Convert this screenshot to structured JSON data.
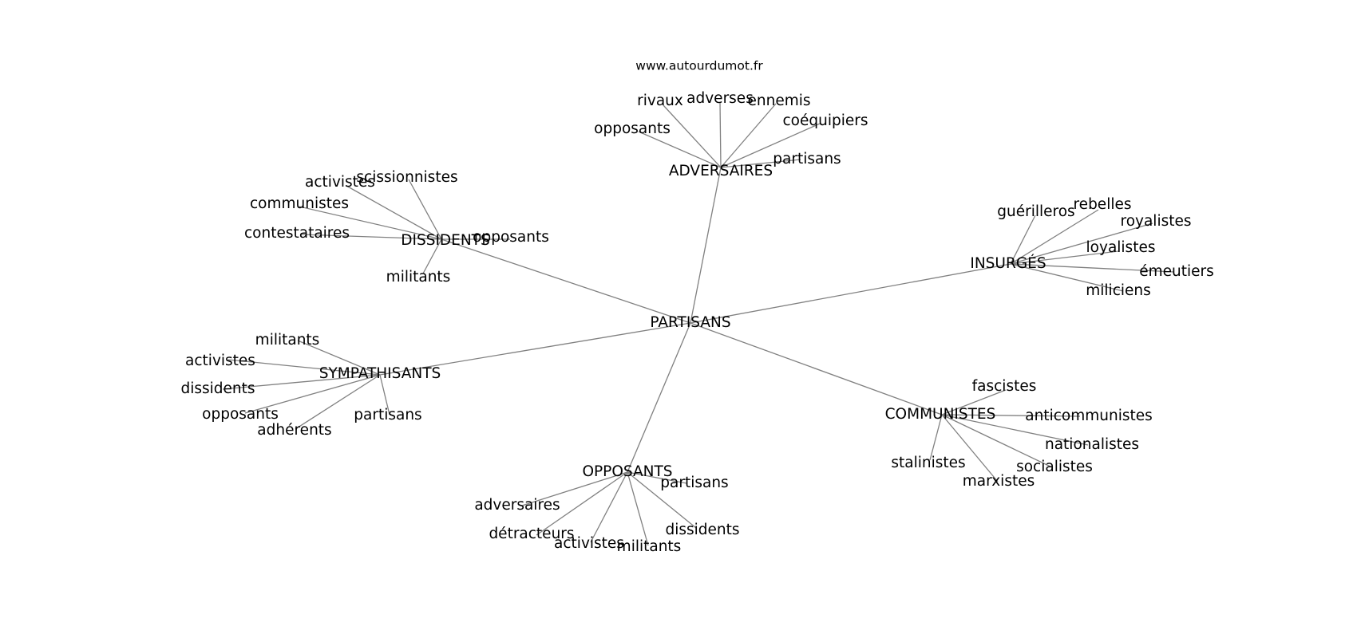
{
  "website": "www.autourdumot.fr",
  "graph": {
    "center": "PARTISANS",
    "clusters": [
      {
        "hub": "ADVERSAIRES",
        "leaves": [
          "opposants",
          "rivaux",
          "adverses",
          "ennemis",
          "coéquipiers",
          "partisans"
        ]
      },
      {
        "hub": "DISSIDENTS",
        "leaves": [
          "activistes",
          "scissionnistes",
          "communistes",
          "contestataires",
          "opposants",
          "militants"
        ]
      },
      {
        "hub": "INSURGÉS",
        "leaves": [
          "guérilleros",
          "rebelles",
          "royalistes",
          "loyalistes",
          "émeutiers",
          "miliciens"
        ]
      },
      {
        "hub": "SYMPATHISANTS",
        "leaves": [
          "militants",
          "activistes",
          "dissidents",
          "opposants",
          "adhérents",
          "partisans"
        ]
      },
      {
        "hub": "COMMUNISTES",
        "leaves": [
          "fascistes",
          "anticommunistes",
          "nationalistes",
          "socialistes",
          "marxistes",
          "stalinistes"
        ]
      },
      {
        "hub": "OPPOSANTS",
        "leaves": [
          "partisans",
          "adversaires",
          "détracteurs",
          "activistes",
          "militants",
          "dissidents"
        ]
      }
    ]
  }
}
